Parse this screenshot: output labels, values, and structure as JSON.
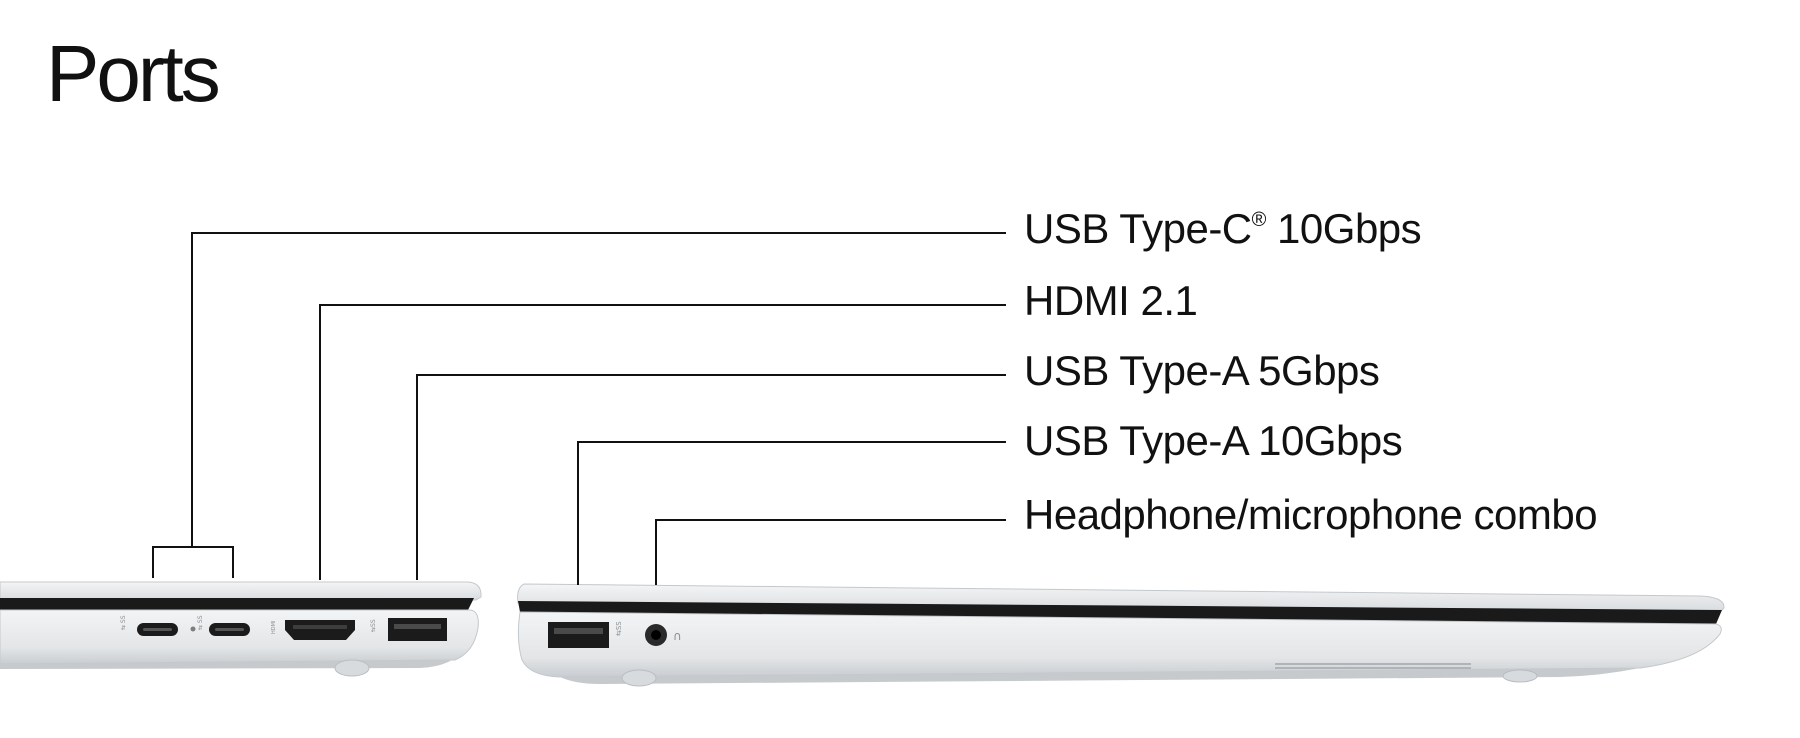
{
  "title": "Ports",
  "callouts": [
    {
      "name": "USB Type-C",
      "suffix": " 10Gbps",
      "mark": "®"
    },
    {
      "name": "HDMI 2.1"
    },
    {
      "name": "USB Type-A 5Gbps"
    },
    {
      "name": "USB Type-A 10Gbps"
    },
    {
      "name": "Headphone/microphone combo"
    }
  ],
  "colors": {
    "leader_line": "#111111",
    "chassis_light": "#eceef0",
    "chassis_mid": "#d6d9dc",
    "chassis_dark": "#9ea3a8",
    "hinge": "#1a1a1a",
    "port_dark": "#1b1b1b"
  },
  "icons": [
    "usb-c-port-icon",
    "hdmi-port-icon",
    "usb-a-port-icon",
    "audio-jack-icon",
    "headphone-icon"
  ]
}
